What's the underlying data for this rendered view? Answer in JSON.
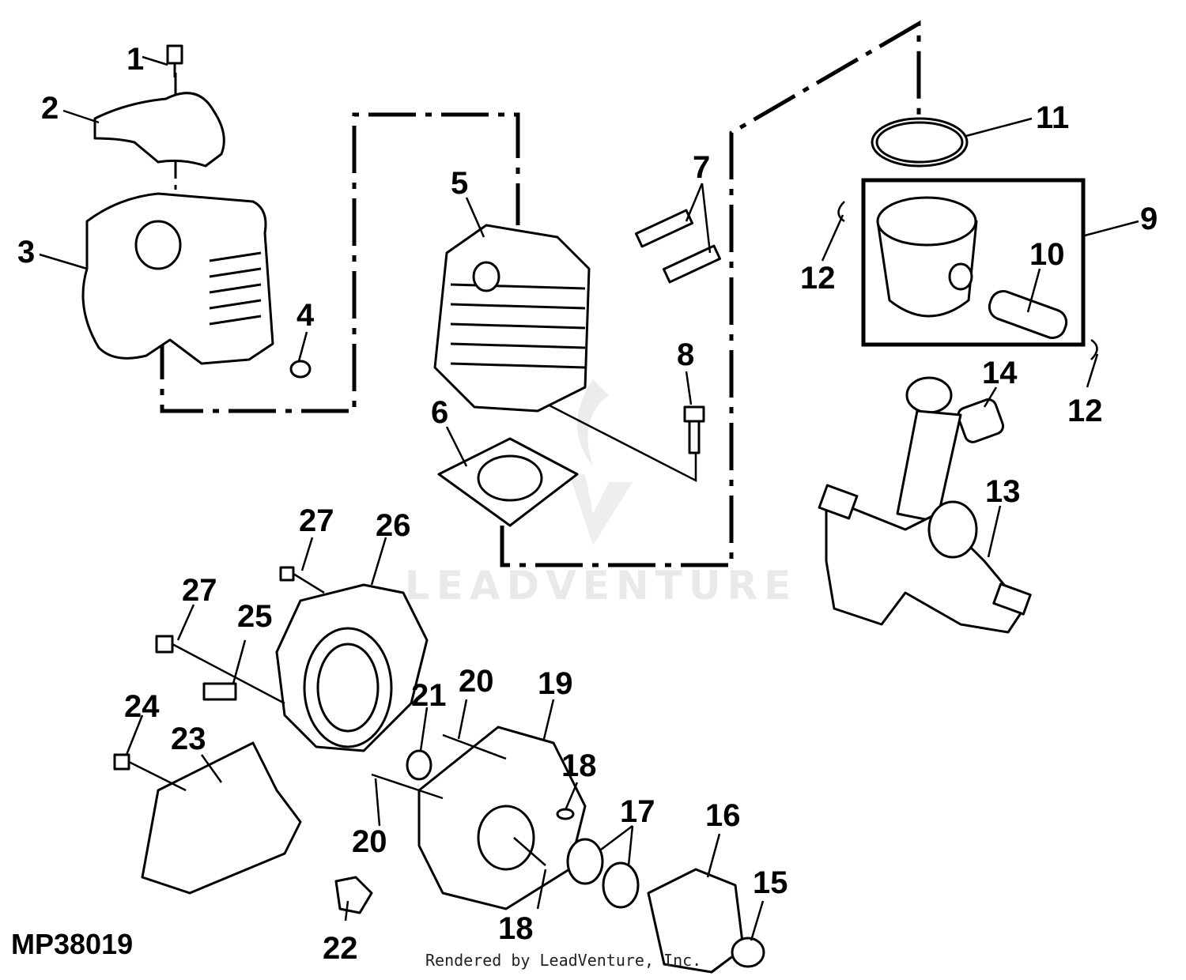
{
  "figure_code": "MP38019",
  "credit": "Rendered by LeadVenture, Inc.",
  "watermark": "LEADVENTURE",
  "callouts": [
    "1",
    "2",
    "3",
    "4",
    "5",
    "6",
    "7",
    "8",
    "9",
    "10",
    "11",
    "12",
    "12",
    "13",
    "14",
    "15",
    "16",
    "17",
    "18",
    "18",
    "19",
    "20",
    "20",
    "21",
    "22",
    "23",
    "24",
    "25",
    "26",
    "27",
    "27"
  ],
  "colors": {
    "line": "#000000",
    "background": "#ffffff",
    "watermark": "#e9e9e9"
  }
}
